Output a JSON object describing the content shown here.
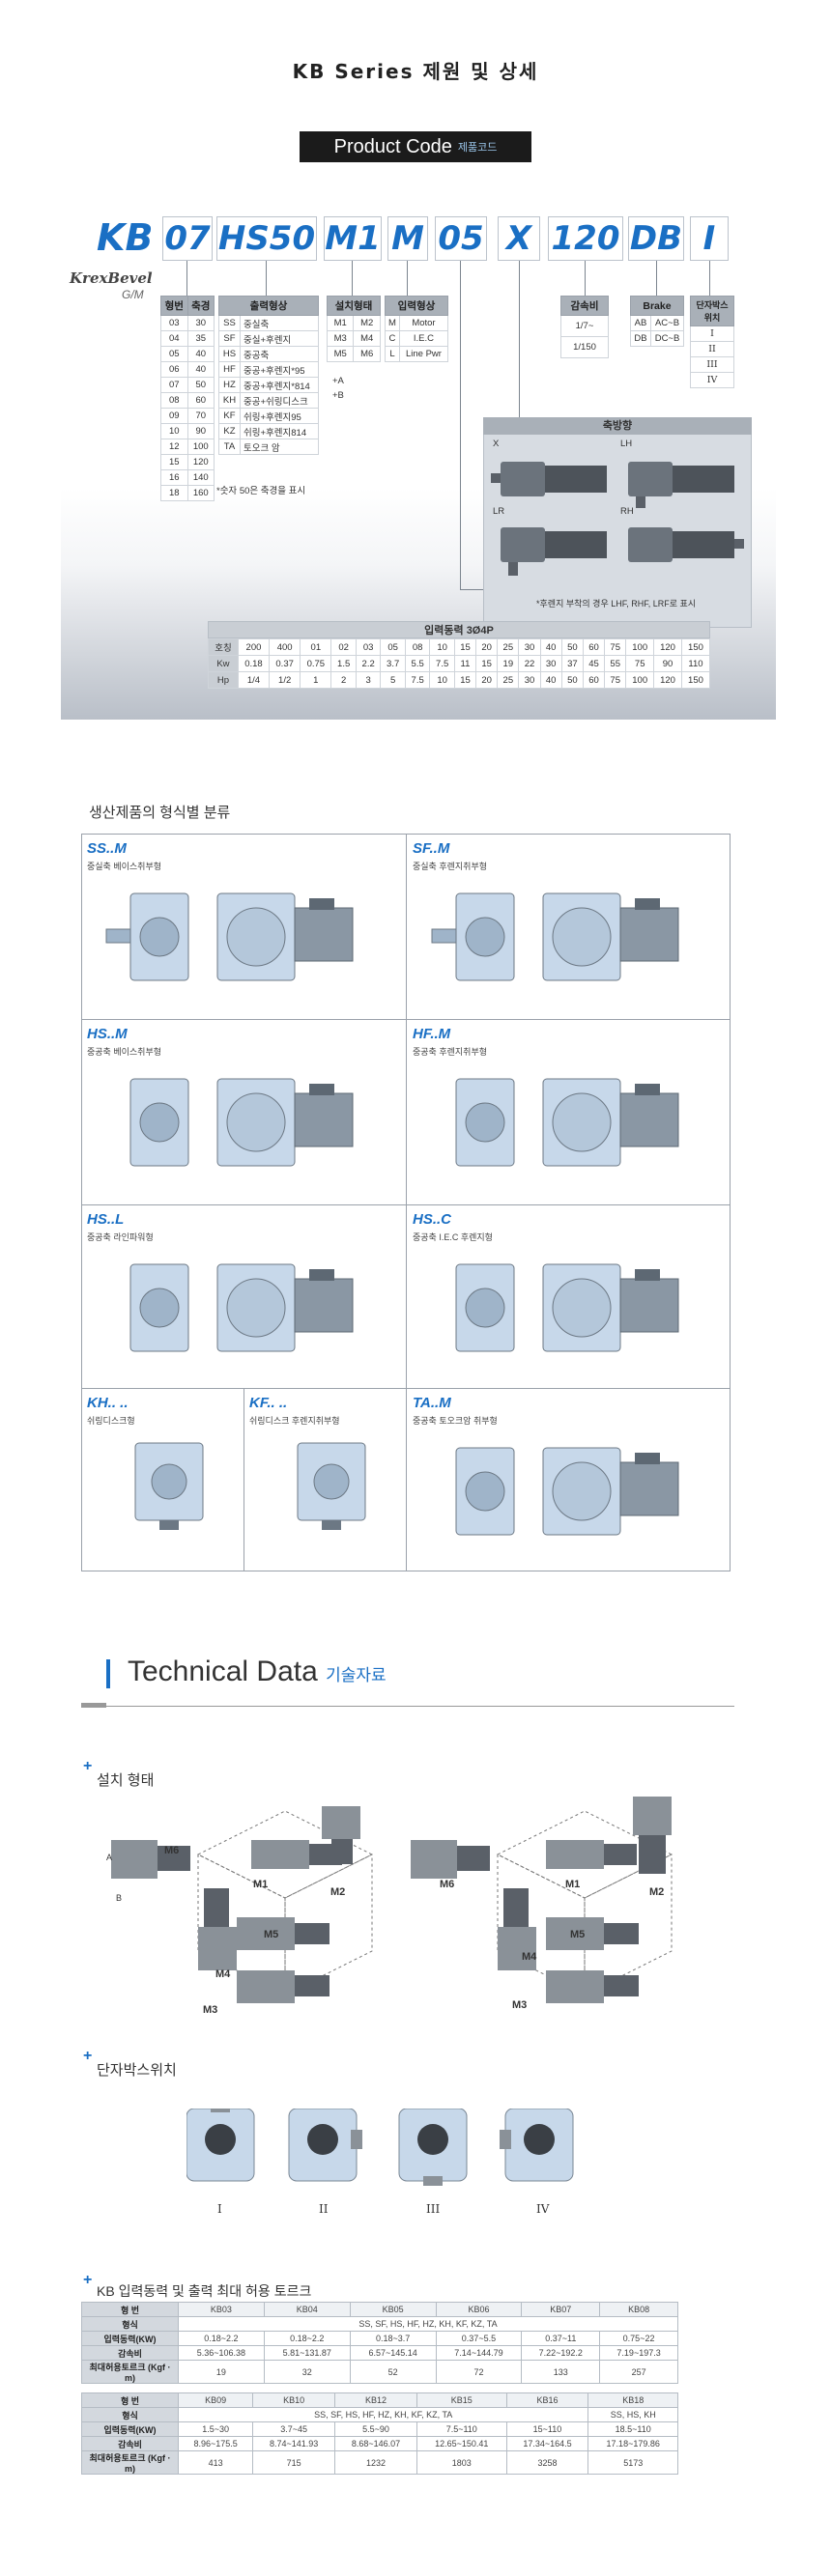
{
  "page_title": "KB Series 제원 및 상세",
  "product_code": {
    "label": "Product Code",
    "sub": "제품코드"
  },
  "code_parts": [
    "KB",
    "07",
    "HS50",
    "M1",
    "M",
    "05",
    "X",
    "120",
    "DB",
    "I"
  ],
  "brand": {
    "name": "KrexBevel",
    "sub": "G/M"
  },
  "size_table": {
    "headers": [
      "형번",
      "축경"
    ],
    "rows": [
      [
        "03",
        "30"
      ],
      [
        "04",
        "35"
      ],
      [
        "05",
        "40"
      ],
      [
        "06",
        "40"
      ],
      [
        "07",
        "50"
      ],
      [
        "08",
        "60"
      ],
      [
        "09",
        "70"
      ],
      [
        "10",
        "90"
      ],
      [
        "12",
        "100"
      ],
      [
        "15",
        "120"
      ],
      [
        "16",
        "140"
      ],
      [
        "18",
        "160"
      ]
    ]
  },
  "output_table": {
    "header": "출력형상",
    "rows": [
      [
        "SS",
        "중실축"
      ],
      [
        "SF",
        "중실+후렌지"
      ],
      [
        "HS",
        "중공축"
      ],
      [
        "HF",
        "중공+후렌지*95"
      ],
      [
        "HZ",
        "중공+후렌지*814"
      ],
      [
        "KH",
        "중공+쉬링디스크"
      ],
      [
        "KF",
        "쉬링+후렌지95"
      ],
      [
        "KZ",
        "쉬링+후렌지814"
      ],
      [
        "TA",
        "토오크 암"
      ]
    ],
    "note": "*숫자 50은 축경을 표시"
  },
  "mount_table": {
    "header": "설치형태",
    "rows": [
      [
        "M1",
        "M2"
      ],
      [
        "M3",
        "M4"
      ],
      [
        "M5",
        "M6"
      ]
    ],
    "extra": [
      "+A",
      "+B"
    ]
  },
  "input_table": {
    "header": "입력형상",
    "rows": [
      [
        "M",
        "Motor"
      ],
      [
        "C",
        "I.E.C"
      ],
      [
        "L",
        "Line Pwr"
      ]
    ]
  },
  "ratio_table": {
    "header": "감속비",
    "rows": [
      "1/7~",
      "1/150"
    ]
  },
  "brake_table": {
    "header": "Brake",
    "rows": [
      [
        "AB",
        "AC~B"
      ],
      [
        "DB",
        "DC~B"
      ]
    ]
  },
  "terminal_table": {
    "header": "단자박스위치",
    "rows": [
      "I",
      "II",
      "III",
      "IV"
    ]
  },
  "axis_panel": {
    "title": "축방향",
    "labels": [
      "X",
      "LH",
      "LR",
      "RH"
    ],
    "note": "*후렌지 부착의 경우 LHF, RHF, LRF로 표시"
  },
  "power_table": {
    "title": "입력동력 3Ø4P",
    "rows": [
      [
        "호칭",
        "200",
        "400",
        "01",
        "02",
        "03",
        "05",
        "08",
        "10",
        "15",
        "20",
        "25",
        "30",
        "40",
        "50",
        "60",
        "75",
        "100",
        "120",
        "150"
      ],
      [
        "Kw",
        "0.18",
        "0.37",
        "0.75",
        "1.5",
        "2.2",
        "3.7",
        "5.5",
        "7.5",
        "11",
        "15",
        "19",
        "22",
        "30",
        "37",
        "45",
        "55",
        "75",
        "90",
        "110"
      ],
      [
        "Hp",
        "1/4",
        "1/2",
        "1",
        "2",
        "3",
        "5",
        "7.5",
        "10",
        "15",
        "20",
        "25",
        "30",
        "40",
        "50",
        "60",
        "75",
        "100",
        "120",
        "150"
      ]
    ]
  },
  "classification": {
    "title": "생산제품의 형식별 분류",
    "cells": [
      {
        "code": "SS..M",
        "desc": "중실축 베이스취부형"
      },
      {
        "code": "SF..M",
        "desc": "중실축 후렌지취부형"
      },
      {
        "code": "HS..M",
        "desc": "중공축 베이스취부형"
      },
      {
        "code": "HF..M",
        "desc": "중공축 후렌지취부형"
      },
      {
        "code": "HS..L",
        "desc": "중공축 라인파워형"
      },
      {
        "code": "HS..C",
        "desc": "중공축 I.E.C 후렌지형"
      },
      {
        "code": "KH.. ..",
        "desc": "쉬링디스크형"
      },
      {
        "code": "KF.. ..",
        "desc": "쉬링디스크 후렌지취부형"
      },
      {
        "code": "TA..M",
        "desc": "중공축 토오크암 취부형"
      }
    ]
  },
  "technical": {
    "title": "Technical  Data",
    "subtitle": "기술자료",
    "mount_title": "설치 형태",
    "mount_labels_left": [
      "M6",
      "M1",
      "M2",
      "M5",
      "M4",
      "M3"
    ],
    "mount_labels_right": [
      "M6",
      "M1",
      "M2",
      "M5",
      "M4",
      "M3"
    ],
    "axis_letters": [
      "A",
      "B"
    ],
    "terminal_title": "단자박스위치",
    "terminal_labels": [
      "I",
      "II",
      "III",
      "IV"
    ],
    "torque_title": "KB 입력동력 및 출력 최대 허용 토르크"
  },
  "torque_table_1": {
    "rows": [
      [
        "형 번",
        "KB03",
        "KB04",
        "KB05",
        "KB06",
        "KB07",
        "KB08"
      ],
      [
        "형식",
        "SS, SF, HS,  HF, HZ, KH, KF, KZ, TA"
      ],
      [
        "입력동력(KW)",
        "0.18~2.2",
        "0.18~2.2",
        "0.18~3.7",
        "0.37~5.5",
        "0.37~11",
        "0.75~22"
      ],
      [
        "감속비",
        "5.36~106.38",
        "5.81~131.87",
        "6.57~145.14",
        "7.14~144.79",
        "7.22~192.2",
        "7.19~197.3"
      ],
      [
        "최대허용토르크 (Kgf · m)",
        "19",
        "32",
        "52",
        "72",
        "133",
        "257"
      ]
    ]
  },
  "torque_table_2": {
    "rows": [
      [
        "형 번",
        "KB09",
        "KB10",
        "KB12",
        "KB15",
        "KB16",
        "KB18"
      ],
      [
        "형식",
        "SS, SF, HS,  HF, HZ, KH, KF, KZ, TA",
        "SS, HS, KH"
      ],
      [
        "입력동력(KW)",
        "1.5~30",
        "3.7~45",
        "5.5~90",
        "7.5~110",
        "15~110",
        "18.5~110"
      ],
      [
        "감속비",
        "8.96~175.5",
        "8.74~141.93",
        "8.68~146.07",
        "12.65~150.41",
        "17.34~164.5",
        "17.18~179.86"
      ],
      [
        "최대허용토르크 (Kgf · m)",
        "413",
        "715",
        "1232",
        "1803",
        "3258",
        "5173"
      ]
    ]
  }
}
